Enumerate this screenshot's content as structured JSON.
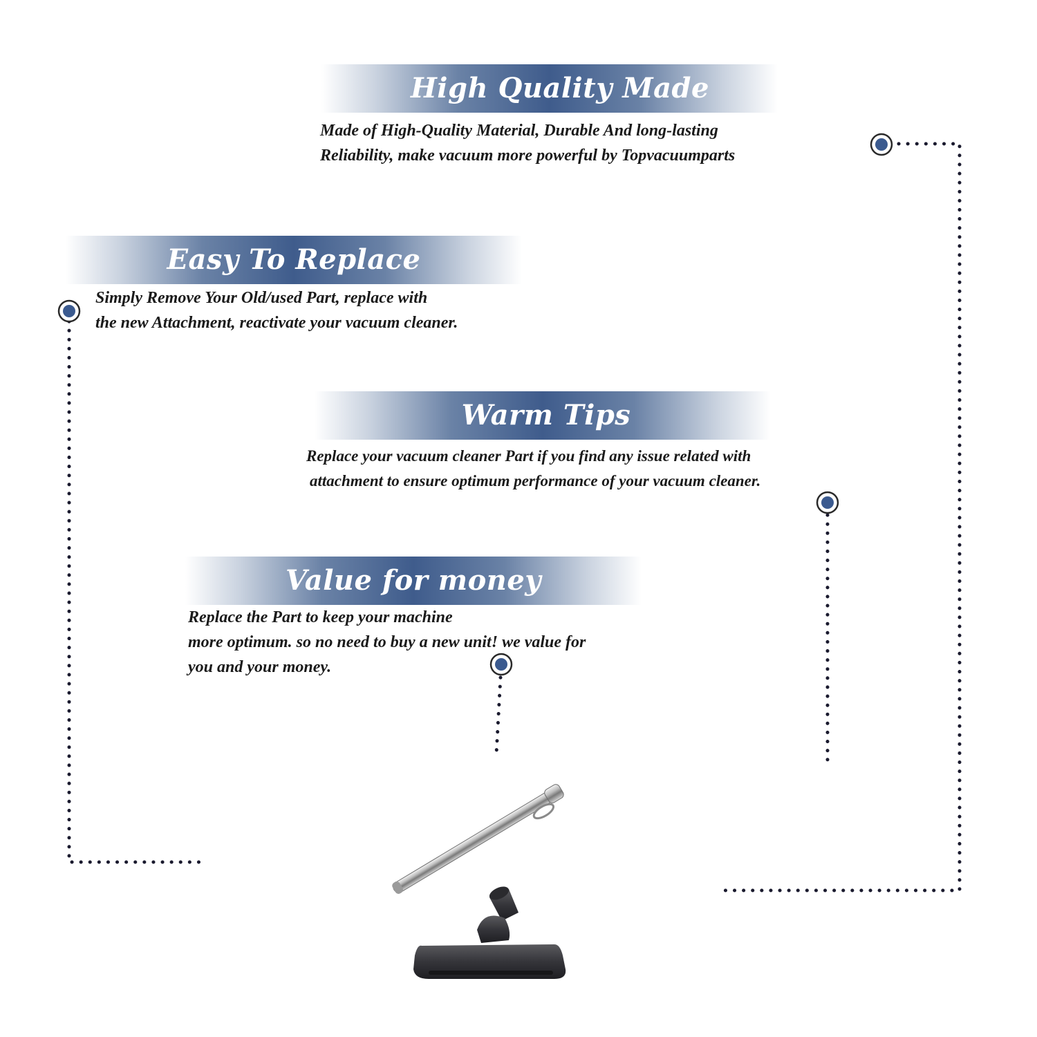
{
  "sections": [
    {
      "id": "high-quality",
      "title": "High Quality Made",
      "lines": [
        "Made of  High-Quality Material, Durable And long-lasting",
        "Reliability, make vacuum more powerful by Topvacuumparts"
      ]
    },
    {
      "id": "easy-replace",
      "title": "Easy To Replace",
      "lines": [
        "Simply Remove Your Old/used Part, replace with",
        "the new Attachment, reactivate your vacuum cleaner."
      ]
    },
    {
      "id": "warm-tips",
      "title": "Warm Tips",
      "lines": [
        "Replace your vacuum cleaner Part if you find any issue related with",
        "attachment to ensure optimum performance of your vacuum cleaner."
      ]
    },
    {
      "id": "value-money",
      "title": "Value for money",
      "lines": [
        "Replace the Part to keep your machine",
        "more optimum. so no need to buy a new unit! we value for",
        "you and your money."
      ]
    }
  ],
  "colors": {
    "banner": "#3f5c8c",
    "marker": "#3b5a8f",
    "text": "#1a1a1a",
    "dots": "#1a1a2e"
  },
  "product": {
    "items": [
      "extension-wand",
      "floor-brush-head"
    ]
  }
}
